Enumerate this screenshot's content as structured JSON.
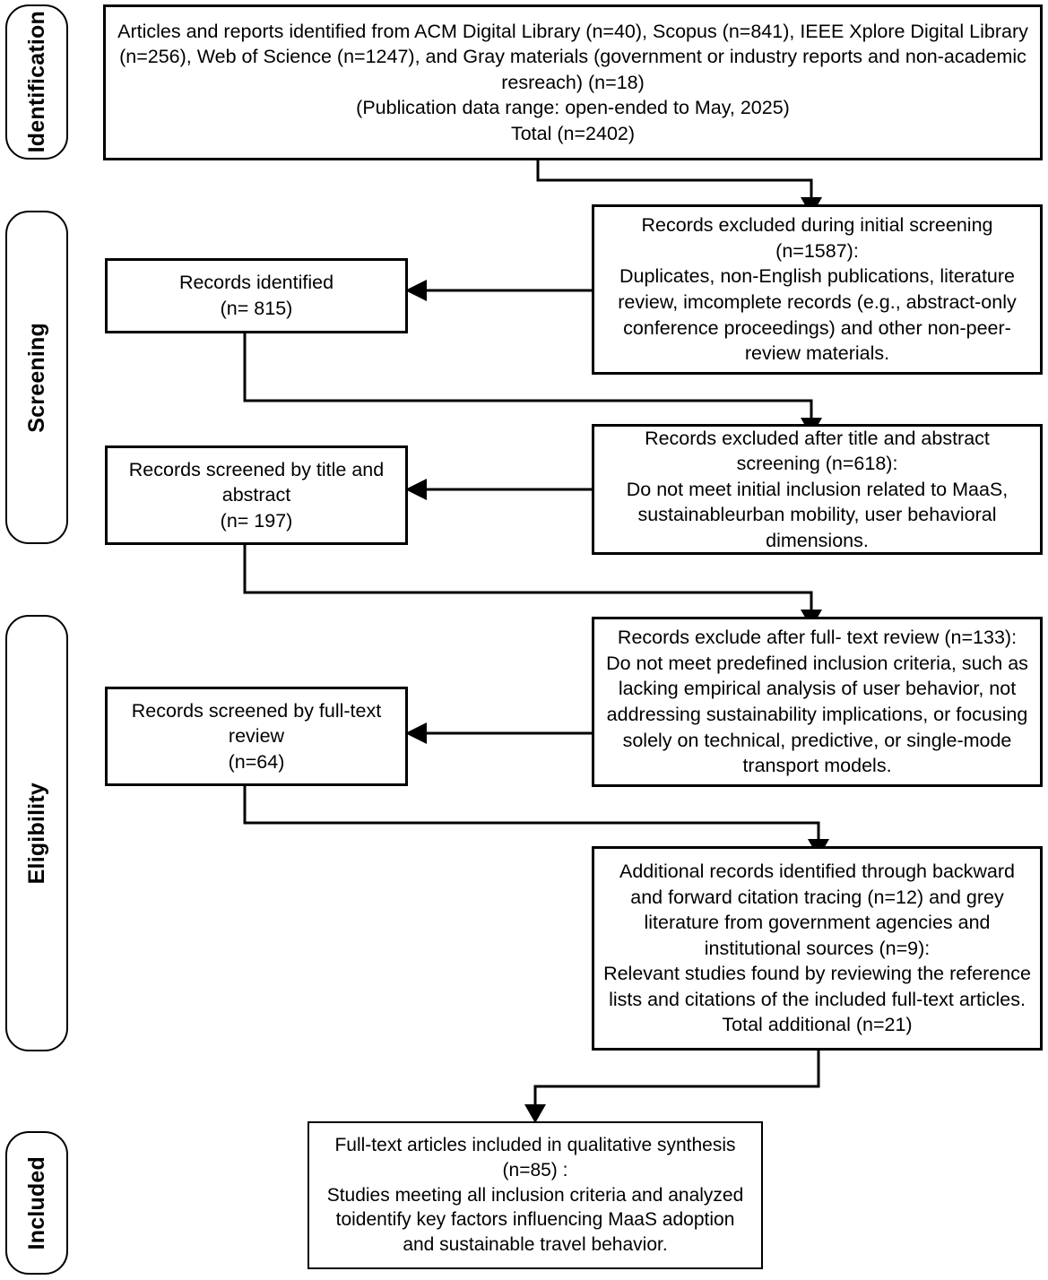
{
  "stages": [
    {
      "id": "identification",
      "label": "Identification"
    },
    {
      "id": "screening",
      "label": "Screening"
    },
    {
      "id": "eligibility",
      "label": "Eligibility"
    },
    {
      "id": "included",
      "label": "Included"
    }
  ],
  "nodes": {
    "identified_sources": {
      "text": "Articles and reports identified from ACM Digital Library (n=40), Scopus (n=841), IEEE Xplore Digital Library (n=256), Web of Science (n=1247), and Gray materials (government or industry reports and non-academic resreach) (n=18)\n(Publication data range: open-ended to May, 2025)\nTotal (n=2402)"
    },
    "excluded_initial": {
      "text": "Records excluded during initial screening\n(n=1587):\nDuplicates, non-English publications, literature review, imcomplete records (e.g., abstract-only conference proceedings) and other non-peer-review materials."
    },
    "records_identified": {
      "text": "Records identified\n(n= 815)"
    },
    "excluded_title_abstract": {
      "text": "Records  excluded after title and abstract screening (n=618):\nDo not meet initial inclusion related to MaaS, sustainableurban mobility, user behavioral dimensions."
    },
    "screened_title_abstract": {
      "text": "Records  screened by title and abstract\n(n= 197)"
    },
    "excluded_fulltext": {
      "text": "Records exclude after full- text review (n=133):\nDo not meet predefined inclusion criteria, such as lacking empirical analysis of user behavior, not addressing sustainability implications, or focusing solely on technical, predictive, or single-mode transport models."
    },
    "screened_fulltext": {
      "text": "Records  screened by full-text review\n(n=64)"
    },
    "additional_records": {
      "text": "Additional records identified through backward and forward citation tracing (n=12) and grey literature from government agencies and institutional sources (n=9):\nRelevant studies found by reviewing the reference lists and citations of the included full-text articles.\nTotal additional (n=21)"
    },
    "included_final": {
      "text": "Full-text articles included in qualitative synthesis\n(n=85) :\nStudies meeting all inclusion criteria and analyzed toidentify key factors influencing MaaS adoption and sustainable travel behavior."
    }
  },
  "colors": {
    "stroke": "#000000",
    "background": "#ffffff"
  }
}
